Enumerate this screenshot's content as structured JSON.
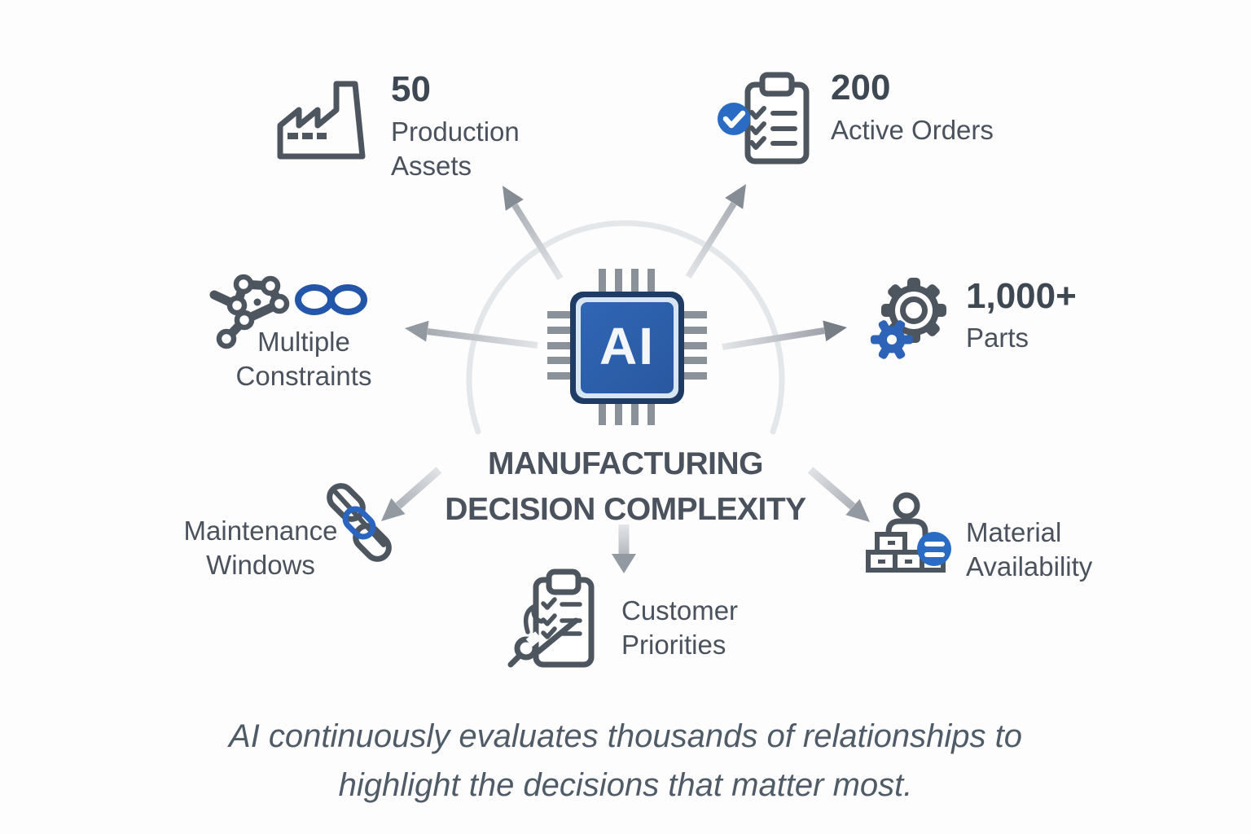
{
  "title": {
    "line1": "MANUFACTURING",
    "line2": "DECISION COMPLEXITY"
  },
  "center": {
    "chip_label": "AI"
  },
  "nodes": {
    "production_assets": {
      "value": "50",
      "line1": "Production",
      "line2": "Assets"
    },
    "active_orders": {
      "value": "200",
      "label": "Active Orders"
    },
    "parts": {
      "value": "1,000+",
      "label": "Parts"
    },
    "multiple_constraints": {
      "line1": "Multiple",
      "line2": "Constraints"
    },
    "maintenance_windows": {
      "line1": "Maintenance",
      "line2": "Windows"
    },
    "material_availability": {
      "line1": "Material",
      "line2": "Availability"
    },
    "customer_priorities": {
      "line1": "Customer",
      "line2": "Priorities"
    }
  },
  "caption": {
    "line1": "AI continuously evaluates thousands of  relationships to",
    "line2": "highlight the decisions that matter most."
  },
  "colors": {
    "accent_blue": "#2a6cc4",
    "chip_blue": "#2e62ae",
    "chip_border_navy": "#1f3c66",
    "icon_outline_gray": "#4d565f",
    "arrow_gray": "#969ca4",
    "arc_gray": "#e4e7ea",
    "text_dark": "#3e4853"
  }
}
